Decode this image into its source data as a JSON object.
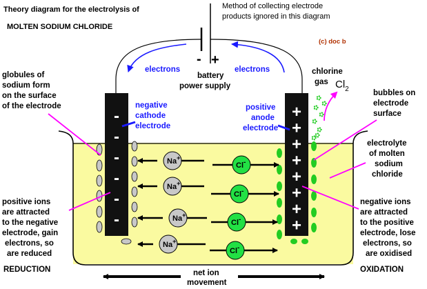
{
  "header": {
    "title_line1": "Theory diagram for the electrolysis of",
    "title_line2": "MOLTEN SODIUM CHLORIDE",
    "note_line1": "Method of collecting electrode",
    "note_line2": "products ignored in this diagram",
    "credit": "(c) doc b"
  },
  "battery": {
    "negative_sign": "-",
    "positive_sign": "+",
    "label_line1": "battery",
    "label_line2": "power supply",
    "electrons_left": "electrons",
    "electrons_right": "electrons"
  },
  "cathode": {
    "label_line1": "negative",
    "label_line2": "cathode",
    "label_line3": "electrode",
    "signs": [
      "-",
      "-",
      "-",
      "-",
      "-",
      "-"
    ]
  },
  "anode": {
    "label_line1": "positive",
    "label_line2": "anode",
    "label_line3": "electrode",
    "signs": [
      "+",
      "+",
      "+",
      "+",
      "+",
      "+",
      "+",
      "+"
    ]
  },
  "left_notes": {
    "globules": [
      "globules of",
      "sodium form",
      "on the surface",
      "of the electrode"
    ],
    "positive_ions": [
      "positive ions",
      "are attracted",
      "to the negative",
      "electrode, gain",
      "electrons, so",
      "are reduced"
    ],
    "reduction": "REDUCTION"
  },
  "right_notes": {
    "chlorine_gas": [
      "chlorine",
      "gas"
    ],
    "cl2": "Cl",
    "cl2_sub": "2",
    "bubbles": [
      "bubbles on",
      "electrode",
      "surface"
    ],
    "electrolyte": [
      "electrolyte",
      "of molten",
      "sodium",
      "chloride"
    ],
    "negative_ions": [
      "negative ions",
      "are attracted",
      "to the positive",
      "electrode, lose",
      "electrons, so",
      "are oxidised"
    ],
    "oxidation": "OXIDATION"
  },
  "ions": {
    "sodium_symbol": "Na",
    "sodium_charge": "+",
    "chloride_symbol": "Cl",
    "chloride_charge": "-"
  },
  "bottom": {
    "label_line1": "net ion",
    "label_line2": "movement"
  },
  "colors": {
    "electrolyte": "#fafaa0",
    "electrode": "#111111",
    "sodium_ion": "#c8c8c8",
    "chloride_ion": "#22e044",
    "bubble": "#22cc22",
    "annotation_line": "#ff00ff",
    "electron_arrow": "#1a1aff"
  }
}
